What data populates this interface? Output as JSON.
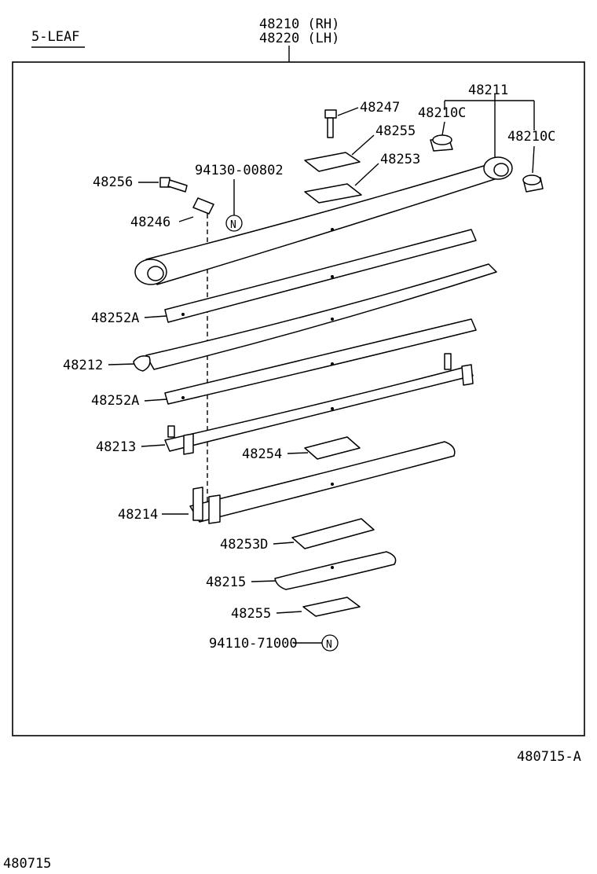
{
  "header": {
    "leaf_label": "5-LEAF",
    "assembly_rh": "48210 (RH)",
    "assembly_lh": "48220 (LH)"
  },
  "parts": {
    "p48211": "48211",
    "p48210c_left": "48210C",
    "p48210c_right": "48210C",
    "p48247": "48247",
    "p48255_top": "48255",
    "p48253": "48253",
    "p94130": "94130-00802",
    "p48256": "48256",
    "p48246": "48246",
    "p48252a_1": "48252A",
    "p48212": "48212",
    "p48252a_2": "48252A",
    "p48213": "48213",
    "p48254": "48254",
    "p48214": "48214",
    "p48253d": "48253D",
    "p48215": "48215",
    "p48255_bottom": "48255",
    "p94110": "94110-71000"
  },
  "symbols": {
    "n_mark_1": "N",
    "n_mark_2": "N"
  },
  "footer": {
    "figure_code": "480715-A",
    "page_code": "480715"
  }
}
